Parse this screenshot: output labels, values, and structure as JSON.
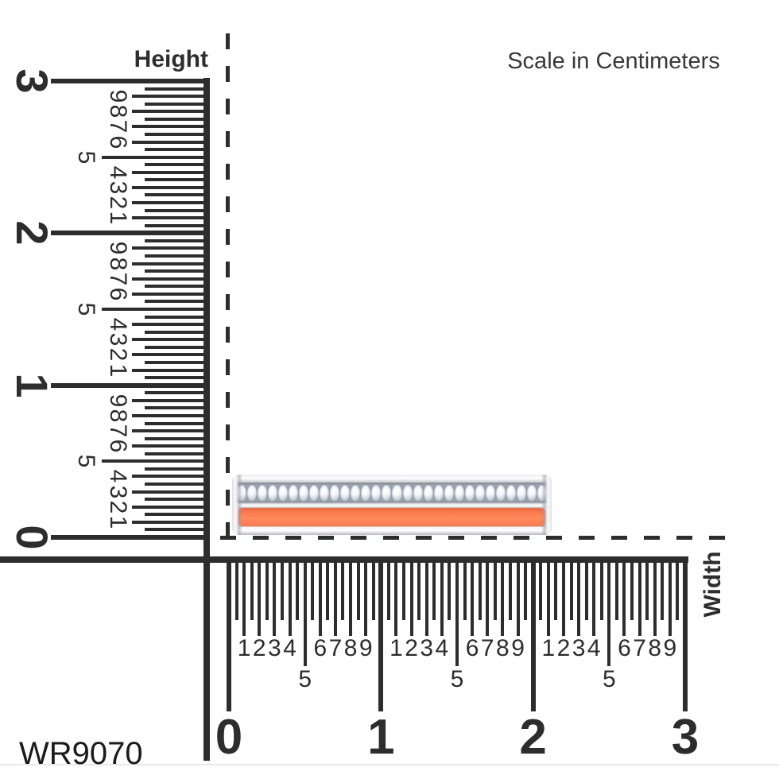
{
  "title_note": "Scale in Centimeters",
  "sku": "WR9070",
  "rulers": {
    "height": {
      "label": "Height",
      "unit": "cm",
      "max_cm": 3,
      "major_labels": [
        "3",
        "2",
        "1",
        "0"
      ],
      "minor_labels_top_to_bottom": [
        "9",
        "8",
        "7",
        "6",
        "5",
        "4",
        "3",
        "2",
        "1"
      ]
    },
    "width": {
      "label": "Width",
      "unit": "cm",
      "max_cm": 3,
      "major_labels": [
        "0",
        "1",
        "2",
        "3"
      ],
      "minor_labels_left_to_right": [
        "1",
        "2",
        "3",
        "4",
        "5",
        "6",
        "7",
        "8",
        "9"
      ]
    }
  },
  "ring": {
    "description": "White metal band, one pave diamond row above an orange enamel stripe, side view",
    "diamond_count": 30,
    "approx_width_cm": 2.1,
    "approx_height_cm": 0.4,
    "colors": {
      "enamel_orange": "#fc7e51",
      "metal_light": "#ffffff",
      "metal_mid": "#d6d9dd",
      "metal_shadow": "#aab0b8",
      "diamond_field": "#9aa1ac",
      "ink": "#2d2d2d"
    }
  }
}
